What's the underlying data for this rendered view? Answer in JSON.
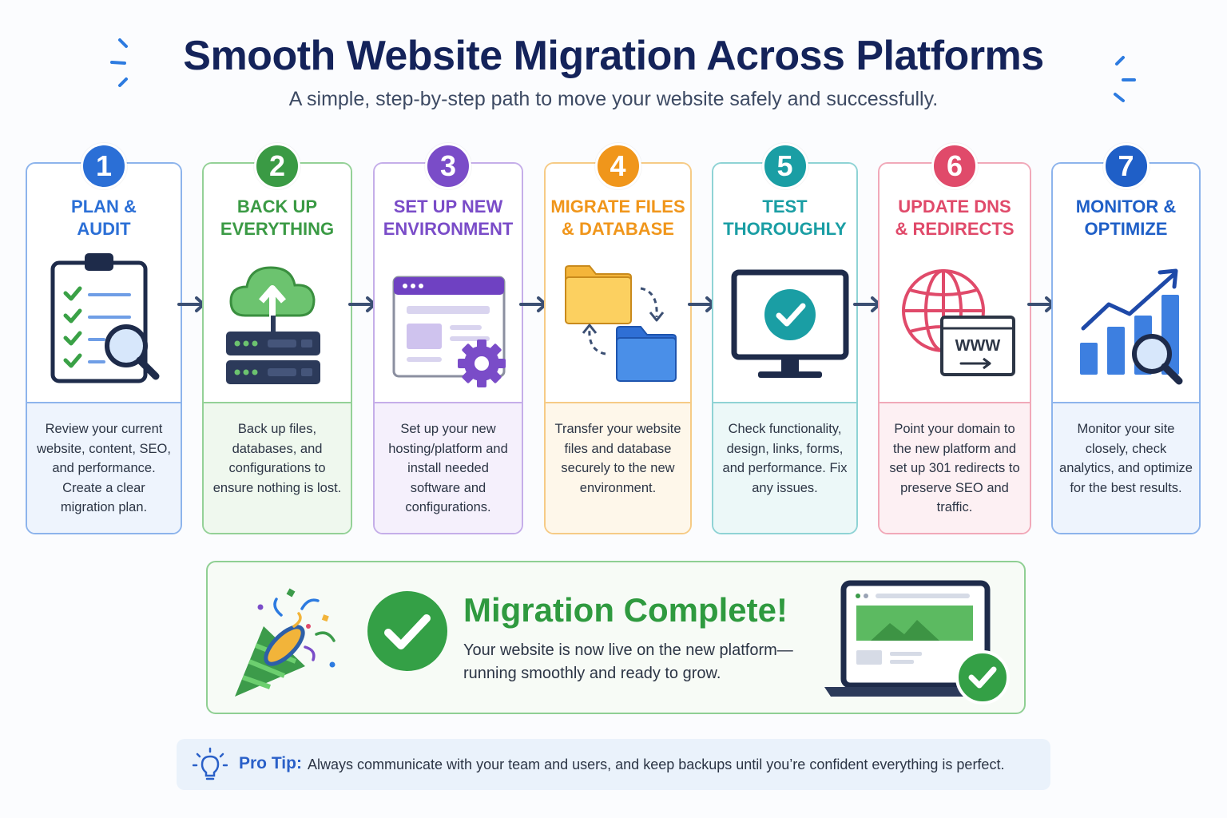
{
  "header": {
    "title": "Smooth Website Migration Across Platforms",
    "subtitle": "A simple, step-by-step path to move your website safely and successfully."
  },
  "steps": [
    {
      "number": "1",
      "title_line1": "PLAN &",
      "title_line2": "AUDIT",
      "description": "Review your current website, content, SEO, and performance. Create a clear migration plan.",
      "color": "#2b6fd6",
      "bg": "#eef4fd",
      "border": "#8db4ec",
      "icon": "clipboard-checklist-icon"
    },
    {
      "number": "2",
      "title_line1": "BACK UP",
      "title_line2": "EVERYTHING",
      "description": "Back up files, databases, and configurations to ensure nothing is lost.",
      "color": "#3a9a44",
      "bg": "#eff8ee",
      "border": "#94d197",
      "icon": "cloud-backup-server-icon"
    },
    {
      "number": "3",
      "title_line1": "SET UP NEW",
      "title_line2": "ENVIRONMENT",
      "description": "Set up your new hosting/platform and install needed software and configurations.",
      "color": "#7a4cc8",
      "bg": "#f5f0fc",
      "border": "#c5aee9",
      "icon": "browser-gear-icon"
    },
    {
      "number": "4",
      "title_line1": "MIGRATE FILES",
      "title_line2": "& DATABASE",
      "description": "Transfer your website files and database securely to the new environment.",
      "color": "#f0961b",
      "bg": "#fef7ea",
      "border": "#f6cb86",
      "icon": "folder-transfer-icon"
    },
    {
      "number": "5",
      "title_line1": "TEST",
      "title_line2": "THOROUGHLY",
      "description": "Check functionality, design, links, forms, and performance. Fix any issues.",
      "color": "#1a9ea4",
      "bg": "#ecf8f8",
      "border": "#8fd3d5",
      "icon": "monitor-check-icon"
    },
    {
      "number": "6",
      "title_line1": "UPDATE DNS",
      "title_line2": "& REDIRECTS",
      "description": "Point your domain to the new platform and set up 301 redirects to preserve SEO and traffic.",
      "color": "#e04a6a",
      "bg": "#fdf0f3",
      "border": "#f1a9b9",
      "icon": "globe-www-redirect-icon"
    },
    {
      "number": "7",
      "title_line1": "MONITOR &",
      "title_line2": "OPTIMIZE",
      "description": "Monitor your site closely, check analytics, and optimize for the best results.",
      "color": "#1f5fc7",
      "bg": "#eef4fd",
      "border": "#8db4ec",
      "icon": "growth-chart-magnifier-icon"
    }
  ],
  "complete": {
    "title": "Migration Complete!",
    "text": "Your website is now live on the new platform—running smoothly and ready to grow."
  },
  "protip": {
    "label": "Pro Tip:",
    "text": "Always communicate with your team and users, and keep backups until you’re confident everything is perfect."
  },
  "colors": {
    "title": "#14235a",
    "arrow": "#3b4f73",
    "success": "#34a046"
  }
}
